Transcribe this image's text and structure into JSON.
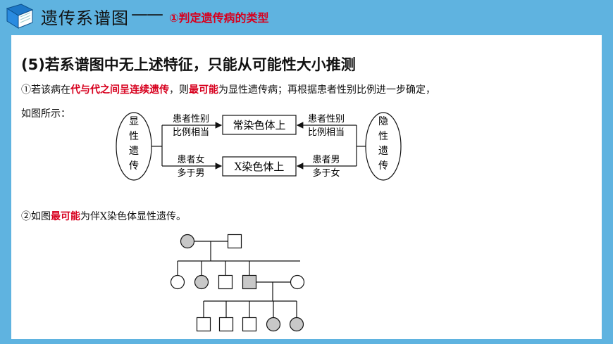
{
  "header": {
    "title": "遗传系谱图",
    "dash": "——",
    "subtitle": "①判定遗传病的类型"
  },
  "content": {
    "heading": "(5)若系谱图中无上述特征，只能从可能性大小推测",
    "para1": {
      "prefix": "①若该病在",
      "hl1": "代与代之间呈连续遗传",
      "mid": "，则",
      "hl2": "最可能",
      "suffix": "为显性遗传病；再根据患者性别比例进一步确定，",
      "line2": "如图所示："
    },
    "para2": {
      "prefix": "②如图",
      "hl": "最可能",
      "suffix": "为伴X染色体显性遗传。"
    }
  },
  "diagram": {
    "left_oval": [
      "显",
      "性",
      "遗",
      "传"
    ],
    "right_oval": [
      "隐",
      "性",
      "遗",
      "传"
    ],
    "box_top": "常染色体上",
    "box_bottom": "X染色体上",
    "left_top_label": [
      "患者性别",
      "比例相当"
    ],
    "left_bottom_label": [
      "患者女",
      "多于男"
    ],
    "right_top_label": [
      "患者性别",
      "比例相当"
    ],
    "right_bottom_label": [
      "患者男",
      "多于女"
    ]
  },
  "pedigree": {
    "gen1": [
      "affected-female",
      "normal-male"
    ],
    "gen2": [
      "normal-female",
      "affected-female",
      "normal-male",
      "affected-male",
      "normal-female"
    ],
    "gen3": [
      "normal-male",
      "normal-male",
      "normal-male",
      "affected-female",
      "affected-female"
    ]
  },
  "colors": {
    "background": "#5fb3e0",
    "highlight_red": "#d7001e",
    "affected_fill": "#c8c8c8"
  }
}
